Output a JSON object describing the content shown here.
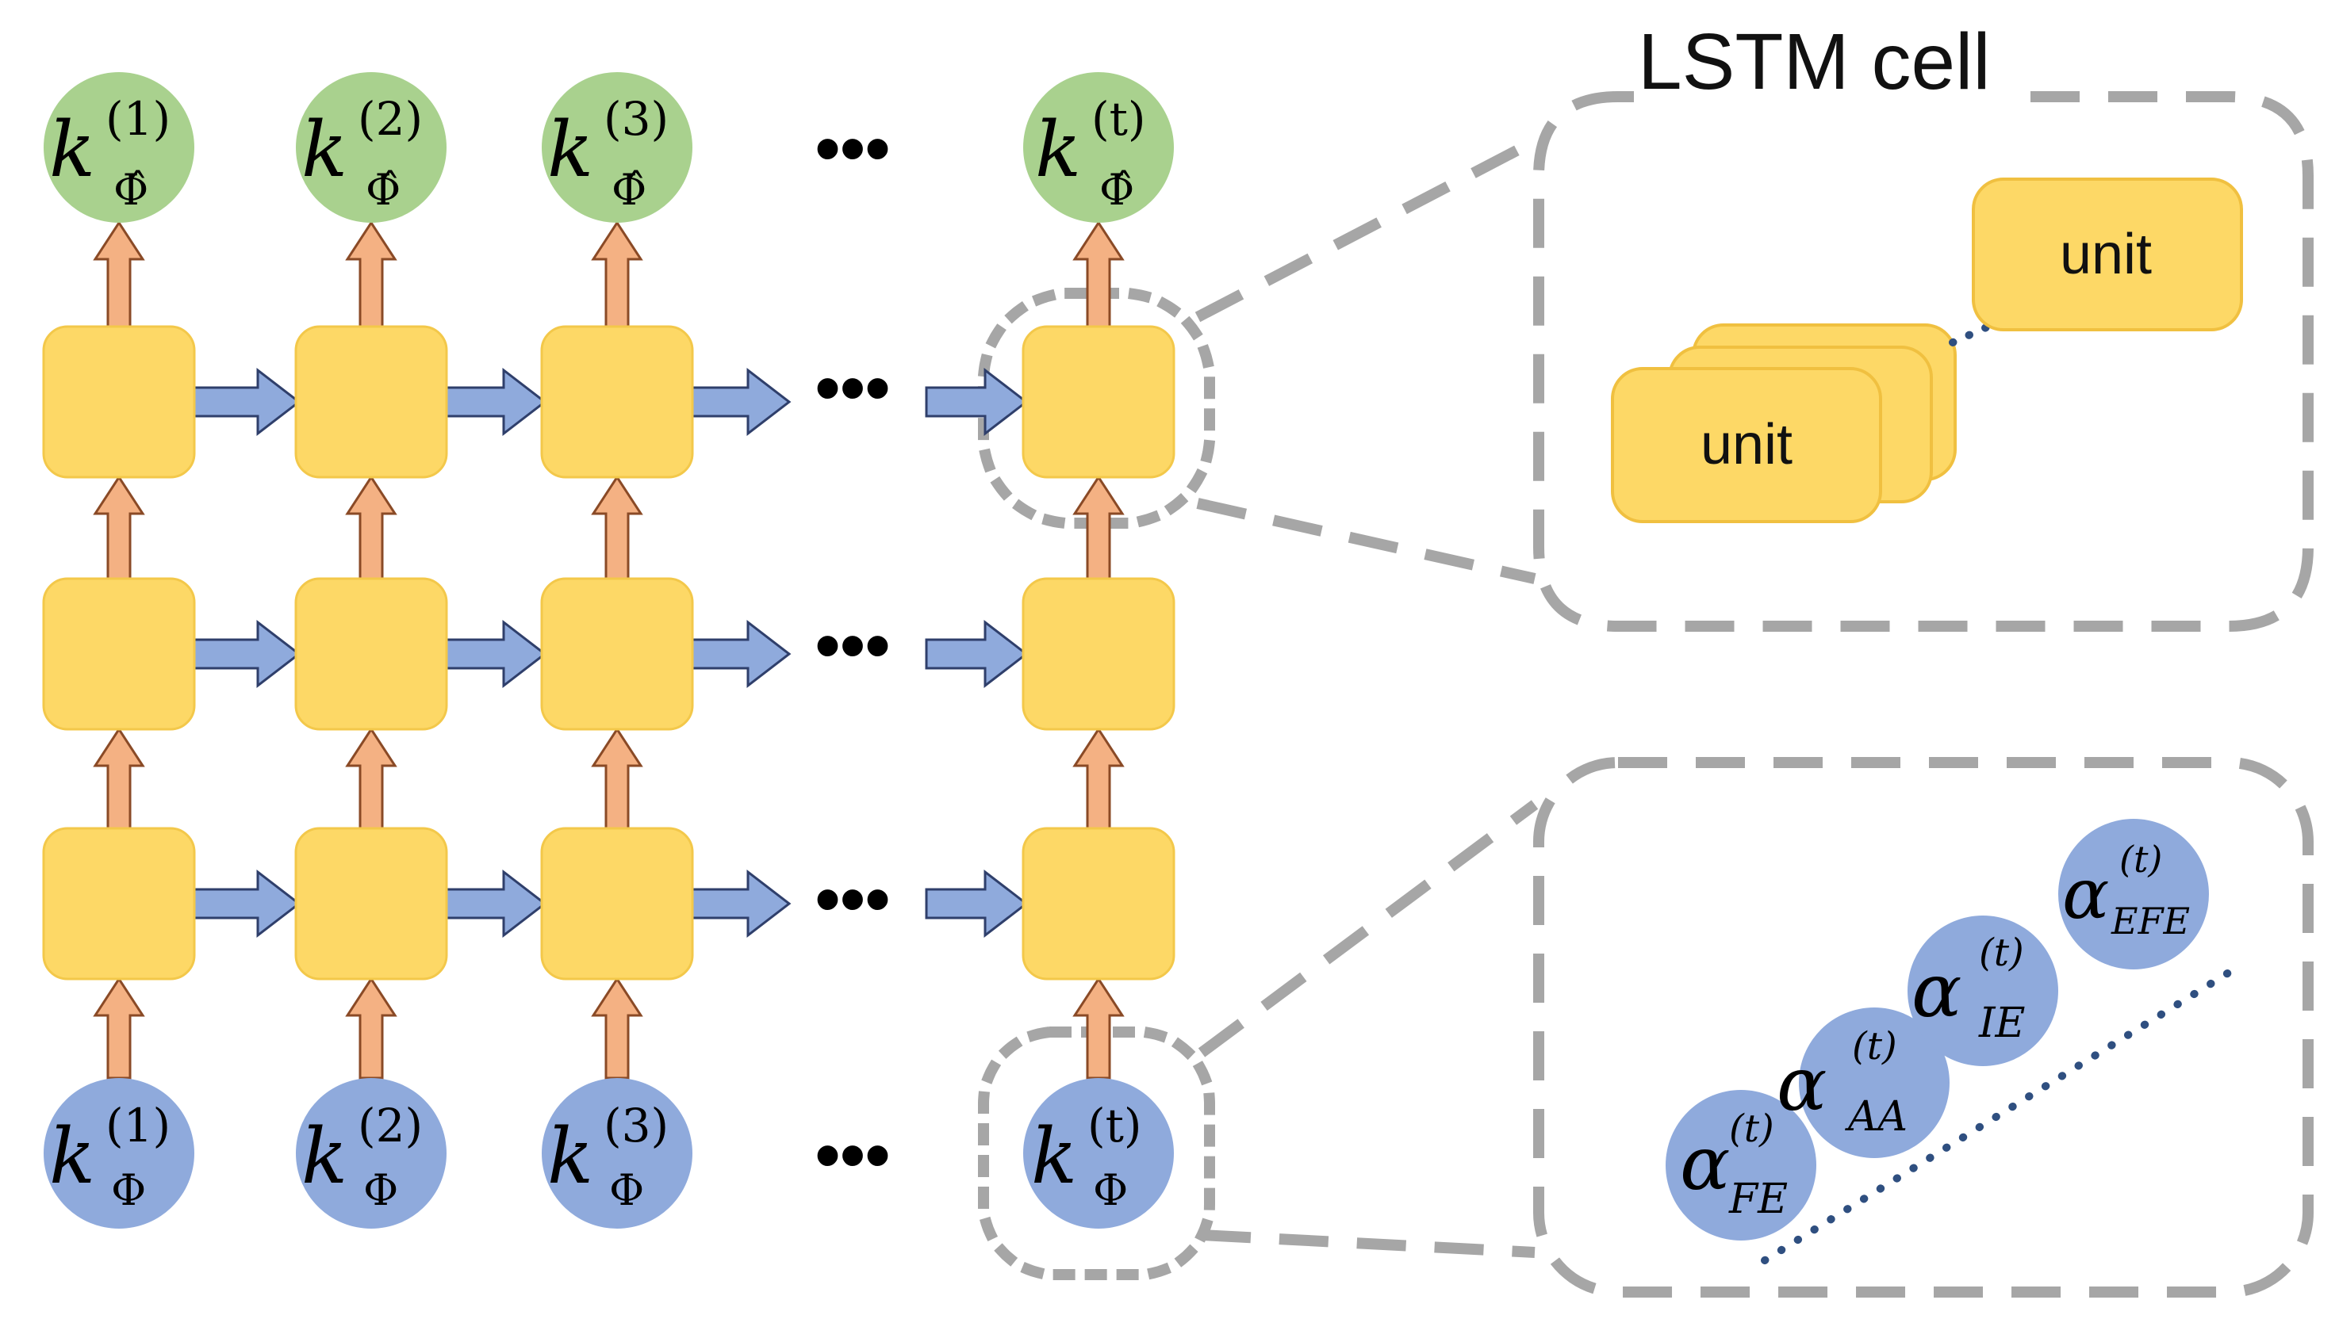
{
  "diagram": {
    "title": "LSTM cell",
    "unit_label": "unit",
    "ellipsis": "•••",
    "output_nodes": [
      {
        "base": "k",
        "sub": "Φ̂",
        "sup": "(1)"
      },
      {
        "base": "k",
        "sub": "Φ̂",
        "sup": "(2)"
      },
      {
        "base": "k",
        "sub": "Φ̂",
        "sup": "(3)"
      },
      {
        "base": "k",
        "sub": "Φ̂",
        "sup": "(t)"
      }
    ],
    "input_nodes": [
      {
        "base": "k",
        "sub": "Φ",
        "sup": "(1)"
      },
      {
        "base": "k",
        "sub": "Φ",
        "sup": "(2)"
      },
      {
        "base": "k",
        "sub": "Φ",
        "sup": "(3)"
      },
      {
        "base": "k",
        "sub": "Φ",
        "sup": "(t)"
      }
    ],
    "alpha_nodes": [
      {
        "base": "α",
        "sub": "FE",
        "sup": "(t)"
      },
      {
        "base": "α",
        "sub": "AA",
        "sup": "(t)"
      },
      {
        "base": "α",
        "sub": "IE",
        "sup": "(t)"
      },
      {
        "base": "α",
        "sub": "EFE",
        "sup": "(t)"
      }
    ],
    "colors": {
      "cell_fill": "#fdd866",
      "cell_stroke": "#f3c84a",
      "output_fill": "#a9d18e",
      "input_fill": "#8faadc",
      "up_arrow_fill": "#f4b183",
      "up_arrow_stroke": "#8a4a26",
      "right_arrow_fill": "#8faadc",
      "right_arrow_stroke": "#2f3f6b",
      "dash_gray": "#a6a6a6",
      "dot_navy": "#2f4f80"
    }
  }
}
